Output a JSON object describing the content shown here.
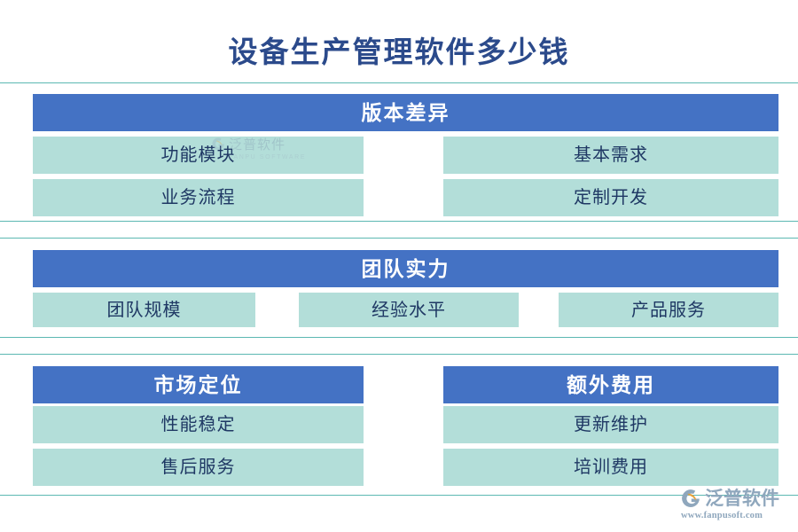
{
  "page": {
    "title": "设备生产管理软件多少钱"
  },
  "colors": {
    "header_blue": "#4472C4",
    "item_teal": "#B3DED9",
    "rule_teal": "#5CB8B2",
    "title_blue": "#2B4A8B",
    "item_text_navy": "#1F3864",
    "logo_gray_blue": "#8FA7BD",
    "logo_orange": "#E8A33D"
  },
  "sections": [
    {
      "id": "version-difference",
      "header": "版本差异",
      "layout": "two-column",
      "items": [
        "功能模块",
        "基本需求",
        "业务流程",
        "定制开发"
      ]
    },
    {
      "id": "team-strength",
      "header": "团队实力",
      "layout": "three-column",
      "items": [
        "团队规模",
        "经验水平",
        "产品服务"
      ]
    },
    {
      "id": "market-position",
      "header": "市场定位",
      "layout": "single-column",
      "items": [
        "性能稳定",
        "售后服务"
      ]
    },
    {
      "id": "extra-cost",
      "header": "额外费用",
      "layout": "single-column",
      "items": [
        "更新维护",
        "培训费用"
      ]
    }
  ],
  "watermark": {
    "name": "泛普软件",
    "sub": "FANPU SOFTWARE",
    "icon": "fanpu-logo-mark-icon"
  },
  "logo": {
    "name": "泛普软件",
    "url": "www.fanpusoft.com",
    "icon": "fanpu-logo-mark-icon"
  }
}
